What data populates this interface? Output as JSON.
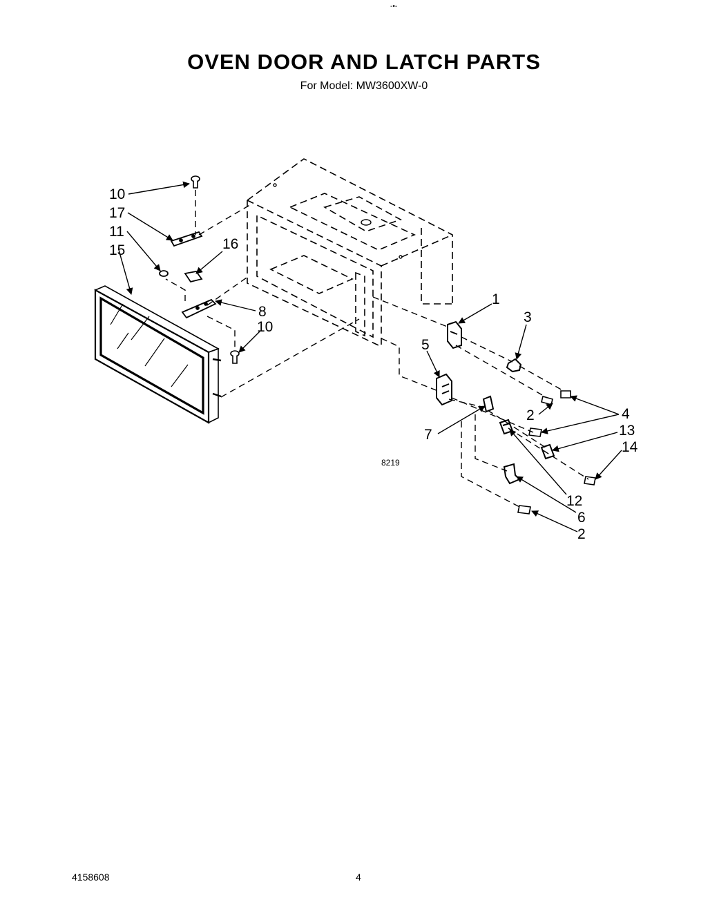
{
  "header": {
    "top_mark": "-•-",
    "title": "OVEN DOOR AND LATCH PARTS",
    "subtitle": "For Model: MW3600XW-0"
  },
  "callouts": {
    "c10a": "10",
    "c17": "17",
    "c11": "11",
    "c15": "15",
    "c16": "16",
    "c8": "8",
    "c10b": "10",
    "c1": "1",
    "c3": "3",
    "c5": "5",
    "c2a": "2",
    "c4": "4",
    "c7": "7",
    "c13": "13",
    "c14": "14",
    "c12": "12",
    "c6": "6",
    "c2b": "2"
  },
  "diagram_code": "8219",
  "footer": {
    "doc_number": "4158608",
    "page_number": "4"
  }
}
